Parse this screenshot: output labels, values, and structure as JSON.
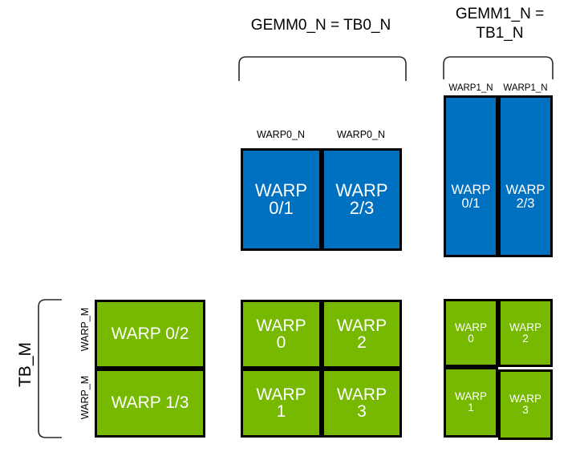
{
  "diagram": {
    "title_gemm0": "GEMM0_N = TB0_N",
    "title_gemm1": "GEMM1_N =\nTB1_N",
    "label_tb_m": "TB_M",
    "colors": {
      "blue": "#0070C0",
      "green": "#76B900",
      "outline": "#000000",
      "background": "#FFFFFF",
      "text_on_fill": "#FFFFFF"
    }
  },
  "gemm0_block": {
    "column_labels": [
      "WARP0_N",
      "WARP0_N"
    ],
    "cells": [
      {
        "label": "WARP\n0/1"
      },
      {
        "label": "WARP\n2/3"
      }
    ]
  },
  "gemm1_block": {
    "column_labels": [
      "WARP1_N",
      "WARP1_N"
    ],
    "cells": [
      {
        "label": "WARP\n0/1"
      },
      {
        "label": "WARP\n2/3"
      }
    ]
  },
  "left_block": {
    "row_labels": [
      "WARP_M",
      "WARP_M"
    ],
    "cells": [
      {
        "label": "WARP 0/2"
      },
      {
        "label": "WARP 1/3"
      }
    ]
  },
  "middle_grid": {
    "cells": [
      {
        "label": "WARP\n0"
      },
      {
        "label": "WARP\n2"
      },
      {
        "label": "WARP\n1"
      },
      {
        "label": "WARP\n3"
      }
    ]
  },
  "right_grid": {
    "cells": [
      {
        "label": "WARP\n0"
      },
      {
        "label": "WARP\n2"
      },
      {
        "label": "WARP\n1"
      },
      {
        "label": "WARP\n3"
      }
    ]
  }
}
